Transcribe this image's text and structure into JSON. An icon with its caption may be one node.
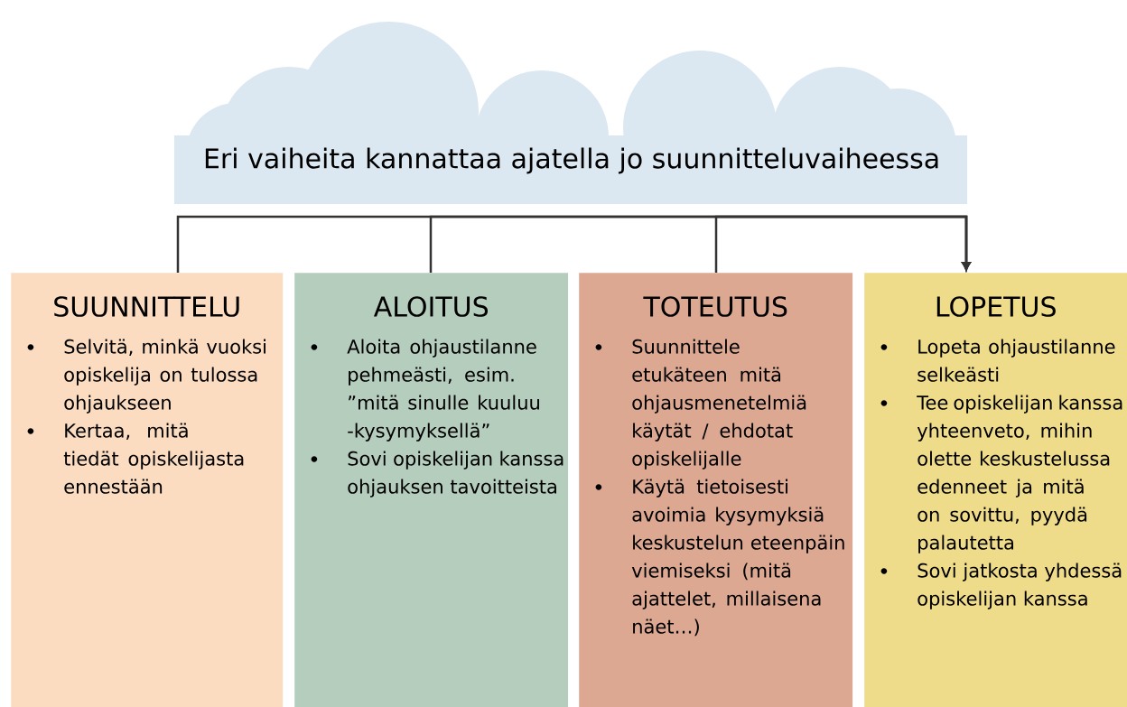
{
  "diagram": {
    "nodes": [
      {
        "text": [
          "Eri vaiheita kannattaa ajatella jo suunnitteluvaiheessa"
        ]
      },
      {
        "text": [
          "SUUNNITTELU",
          "Selvitä, minkä vuoksi opiskelija on tulossa ohjaukseen",
          "Kertaa, mitä tiedät opiskelijasta ennestään"
        ]
      },
      {
        "text": [
          "ALOITUS",
          "Aloita ohjaustilanne pehmeästi, esim. ”mitä sinulle kuuluu -kysymyksellä”",
          "Sovi opiskelijan kanssa ohjauksen tavoitteista"
        ]
      },
      {
        "text": [
          "TOTEUTUS",
          "Suunnittele etukäteen mitä ohjausmenetelmiä käytät / ehdotat opiskelijalle",
          "Käytä tietoisesti avoimia kysymyksiä keskustelun eteenpäin viemiseksi (mitä ajattelet, millaisena näet…)"
        ]
      },
      {
        "text": [
          "LOPETUS",
          "Lopeta ohjaustilanne selkeästi",
          "Tee opiskelijan kanssa yhteenveto, mihin olette keskustelussa edenneet ja mitä on sovittu, pyydä palautetta",
          "Sovi jatkosta yhdessä opiskelijan kanssa"
        ]
      }
    ],
    "edges": [
      {
        "from": 1,
        "to": 4,
        "arrow": "to"
      },
      {
        "from": 2,
        "to": 4,
        "arrow": "to"
      },
      {
        "from": 3,
        "to": 4,
        "arrow": "to"
      }
    ]
  }
}
